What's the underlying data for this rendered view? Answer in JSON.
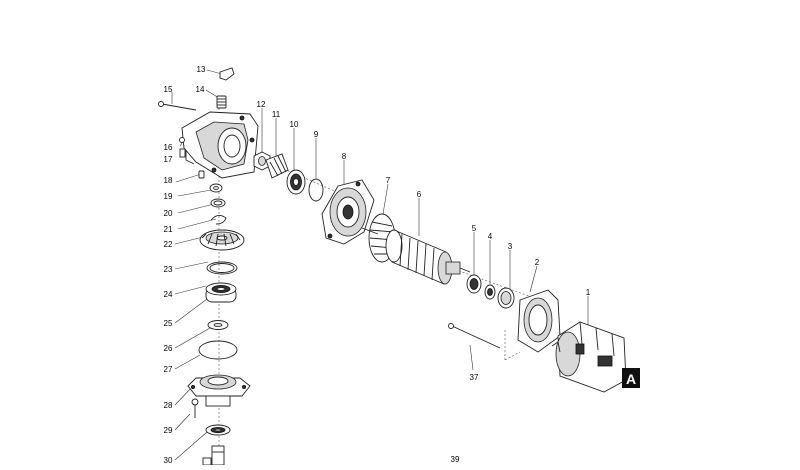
{
  "diagram": {
    "callouts": [
      "1",
      "2",
      "3",
      "4",
      "5",
      "6",
      "7",
      "8",
      "9",
      "10",
      "11",
      "12",
      "13",
      "14",
      "15",
      "16",
      "17",
      "18",
      "19",
      "20",
      "21",
      "22",
      "23",
      "24",
      "25",
      "26",
      "27",
      "28",
      "29",
      "30",
      "37"
    ],
    "page_number": "39",
    "section_marker": "A"
  }
}
